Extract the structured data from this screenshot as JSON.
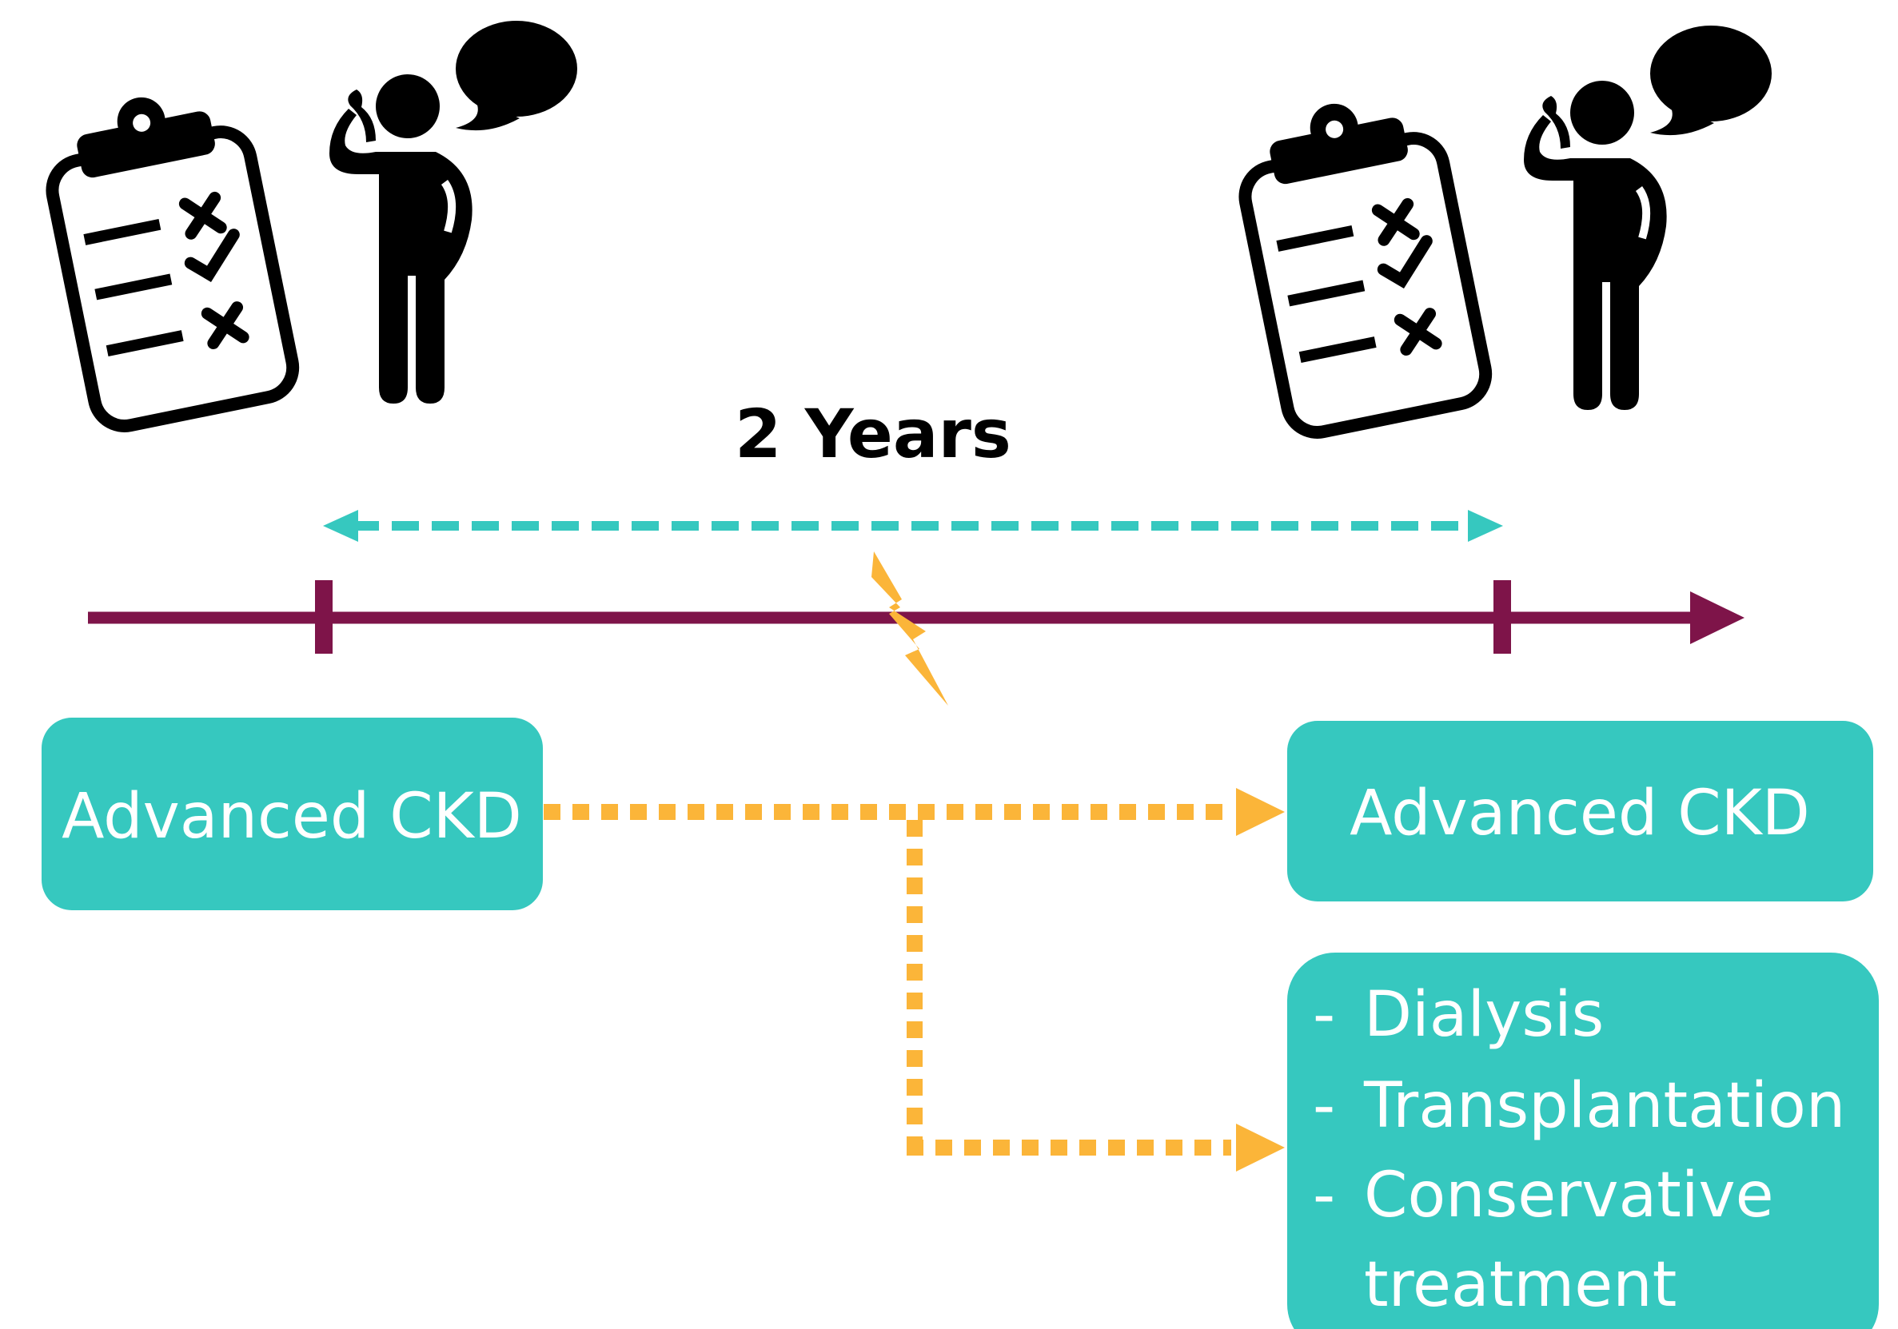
{
  "duration_label": "2 Years",
  "baseline_box": {
    "label": "Advanced CKD"
  },
  "outcomes": {
    "stay_box": {
      "label": "Advanced CKD"
    },
    "progress_box": {
      "items": [
        {
          "bullet": "-",
          "label": "Dialysis"
        },
        {
          "bullet": "-",
          "label": "Transplantation"
        },
        {
          "bullet": "-",
          "label": "Conservative"
        },
        {
          "bullet": "",
          "label": "treatment"
        }
      ]
    }
  },
  "colors": {
    "timeline": "#7e1449",
    "teal": "#36c8bf",
    "orange": "#fbb539",
    "black": "#000000",
    "white": "#ffffff"
  },
  "icons": {
    "questionnaire": "clipboard-checklist-icon",
    "interview": "person-on-phone-speech-bubble-icon",
    "event": "lightning-bolt-icon"
  }
}
